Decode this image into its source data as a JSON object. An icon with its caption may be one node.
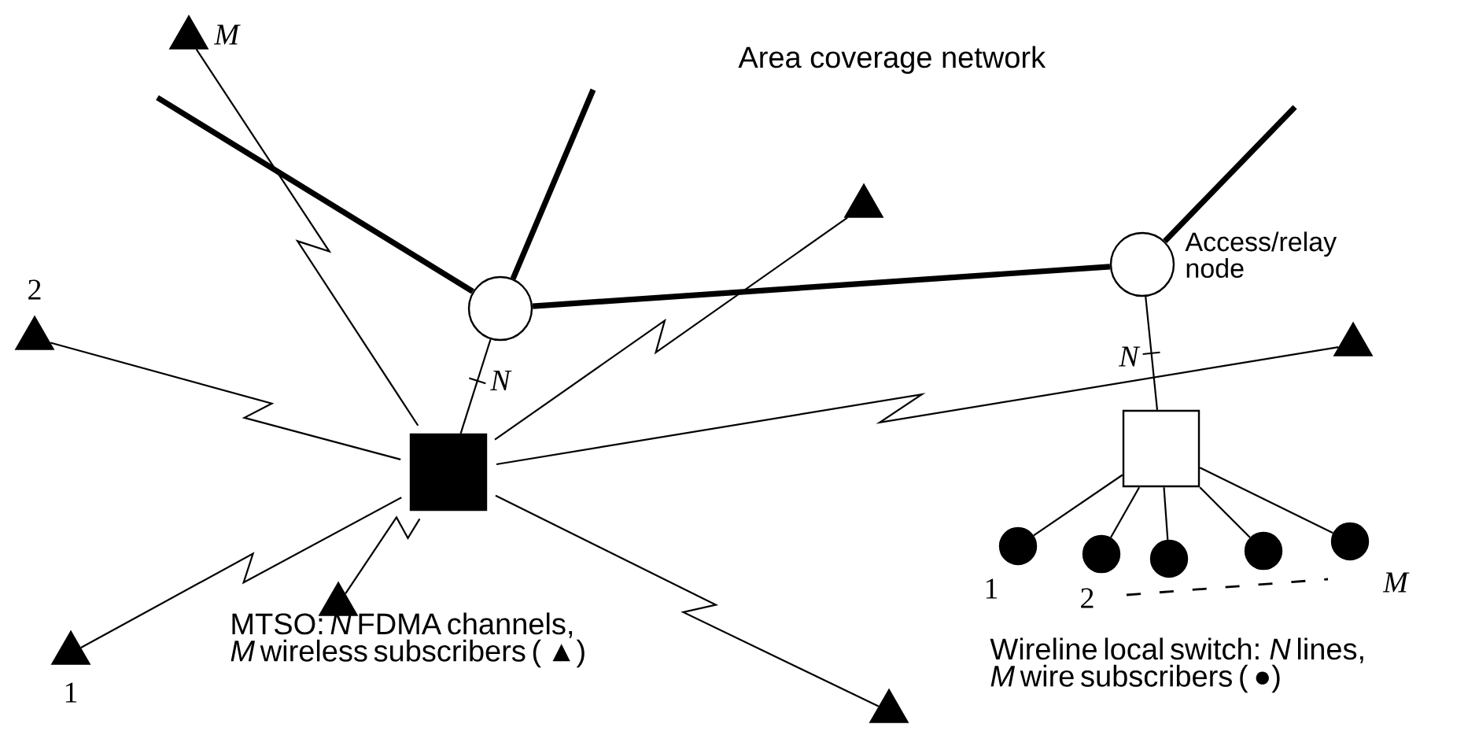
{
  "diagram": {
    "nodes": [
      {
        "text": [],
        "shape": "box"
      },
      {
        "text": [],
        "shape": "circle"
      },
      {
        "text": [],
        "shape": "circle",
        "beside": [
          "Access/relay node"
        ]
      },
      {
        "text": [],
        "shape": "box"
      },
      {
        "text": [],
        "shape": "triangle",
        "beside": [
          "M"
        ]
      },
      {
        "text": [],
        "shape": "triangle",
        "beside": [
          "2"
        ]
      },
      {
        "text": [],
        "shape": "triangle",
        "beside": [
          "1"
        ]
      },
      {
        "text": [],
        "shape": "triangle"
      },
      {
        "text": [],
        "shape": "triangle"
      },
      {
        "text": [],
        "shape": "triangle"
      },
      {
        "text": [],
        "shape": "triangle"
      },
      {
        "text": [],
        "shape": "circle",
        "beside": [
          "1"
        ]
      },
      {
        "text": [],
        "shape": "circle",
        "beside": [
          "2"
        ]
      },
      {
        "text": [],
        "shape": "circle"
      },
      {
        "text": [],
        "shape": "circle"
      },
      {
        "text": [],
        "shape": "circle",
        "beside": [
          "M"
        ]
      }
    ],
    "edges": [
      {
        "from": 1,
        "to": 2,
        "arrow": "none",
        "style": "thick"
      },
      {
        "from": 1,
        "to": null,
        "arrow": "none",
        "style": "thick"
      },
      {
        "from": 1,
        "to": null,
        "arrow": "none",
        "style": "thick"
      },
      {
        "from": 2,
        "to": null,
        "arrow": "none",
        "style": "thick"
      },
      {
        "from": 0,
        "to": 1,
        "arrow": "none",
        "label": "N"
      },
      {
        "from": 2,
        "to": 3,
        "arrow": "none",
        "label": "N"
      },
      {
        "from": 0,
        "to": 4,
        "arrow": "none"
      },
      {
        "from": 0,
        "to": 5,
        "arrow": "none"
      },
      {
        "from": 0,
        "to": 6,
        "arrow": "none"
      },
      {
        "from": 0,
        "to": 7,
        "arrow": "none"
      },
      {
        "from": 0,
        "to": 8,
        "arrow": "none"
      },
      {
        "from": 0,
        "to": 9,
        "arrow": "none"
      },
      {
        "from": 0,
        "to": 10,
        "arrow": "none"
      },
      {
        "from": 3,
        "to": 11,
        "arrow": "none"
      },
      {
        "from": 3,
        "to": 12,
        "arrow": "none"
      },
      {
        "from": 3,
        "to": 13,
        "arrow": "none"
      },
      {
        "from": 3,
        "to": 14,
        "arrow": "none"
      },
      {
        "from": 3,
        "to": 15,
        "arrow": "none"
      }
    ],
    "labels": [
      "Area coverage network",
      "MTSO: *N* FDMA channels, *M* wireless subscribers ( ▲)",
      "Wireline local switch: *N* lines, *M* wire subscribers ( ●)"
    ]
  }
}
